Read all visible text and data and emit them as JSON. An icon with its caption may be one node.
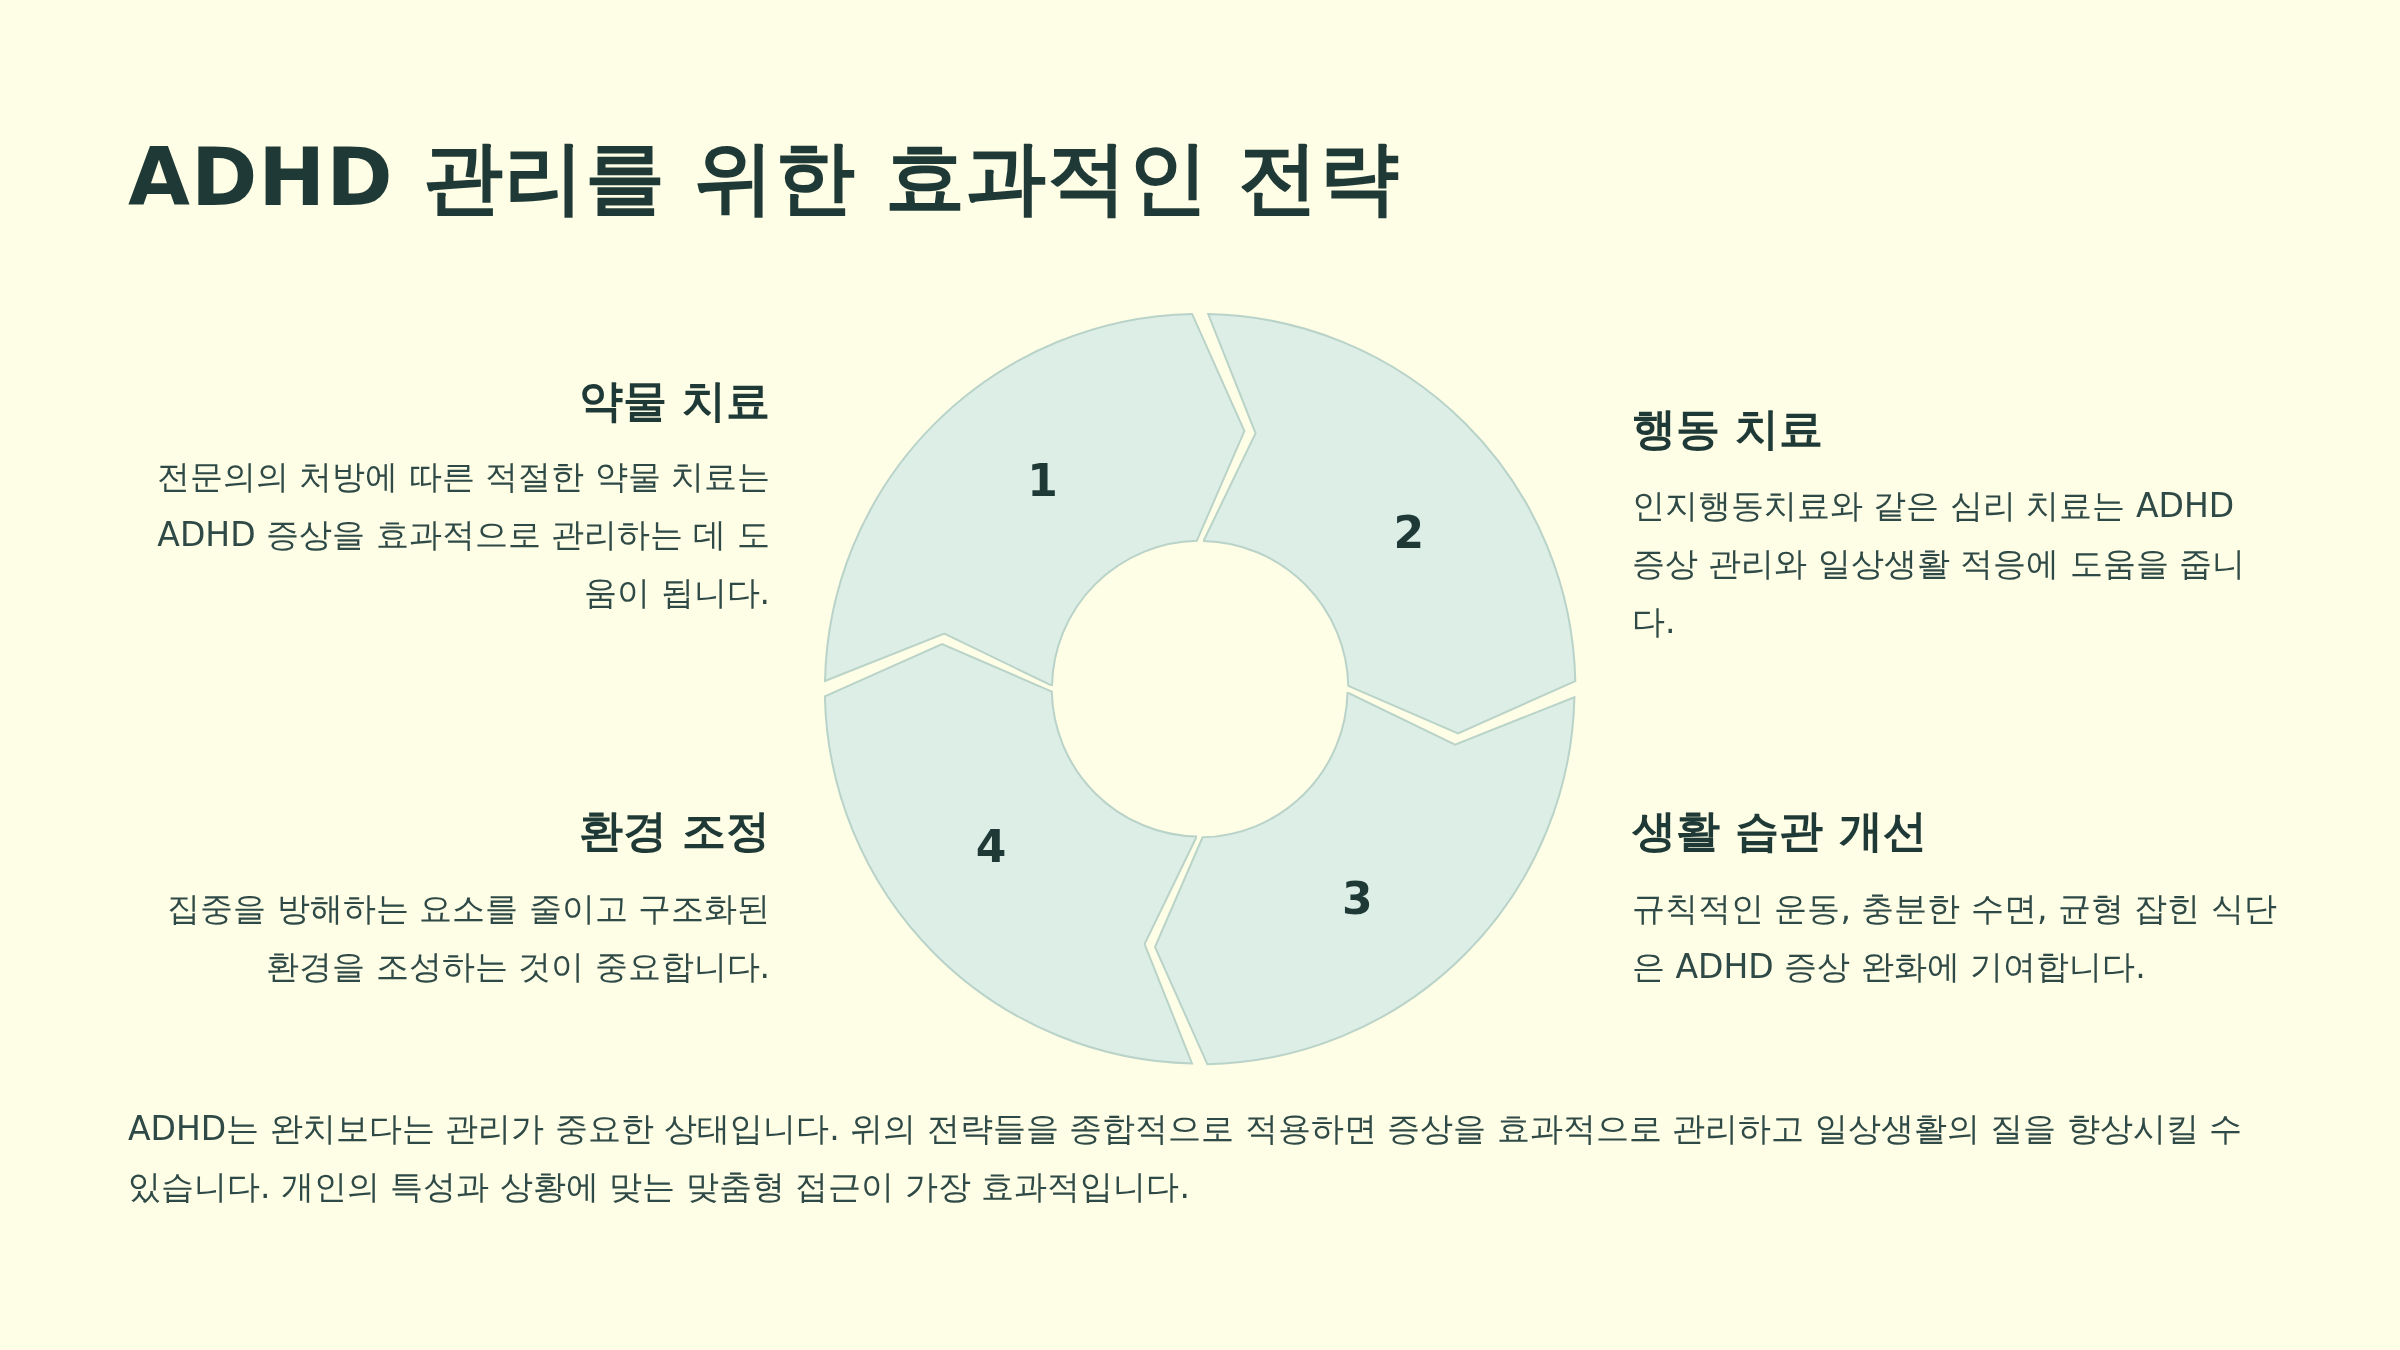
{
  "diagram": {
    "title": "ADHD 관리를 위한 효과적인 전략",
    "nodes": [
      {
        "text": [
          "1"
        ],
        "beside": [
          "약물 치료",
          "전문의의 처방에 따른 적절한 약물 치료는 ADHD 증상을 효과적으로 관리하는 데 도움이 됩니다."
        ]
      },
      {
        "text": [
          "2"
        ],
        "beside": [
          "행동 치료",
          "인지행동치료와 같은 심리 치료는 ADHD 증상 관리와 일상생활 적응에 도움을 줍니다."
        ]
      },
      {
        "text": [
          "3"
        ],
        "beside": [
          "생활 습관 개선",
          "규칙적인 운동, 충분한 수면, 균형 잡힌 식단은 ADHD 증상 완화에 기여합니다."
        ]
      },
      {
        "text": [
          "4"
        ],
        "beside": [
          "환경 조정",
          "집중을 방해하는 요소를 줄이고 구조화된 환경을 조성하는 것이 중요합니다."
        ]
      }
    ],
    "caption": "ADHD는 완치보다는 관리가 중요한 상태입니다. 위의 전략들을 종합적으로 적용하면 증상을 효과적으로 관리하고 일상생활의 질을 향상시킬 수 있습니다. 개인의 특성과 상황에 맞는 맞춤형 접근이 가장 효과적입니다."
  }
}
